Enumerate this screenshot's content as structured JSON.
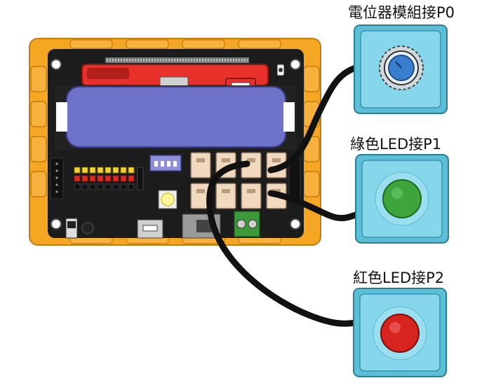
{
  "labels": {
    "potentiometer": "電位器模組接P0",
    "green_led": "綠色LED接P1",
    "red_led": "紅色LED接P2"
  },
  "colors": {
    "frame_orange": "#f5a623",
    "board_black": "#1c1c1c",
    "battery_purple": "#6f72c9",
    "holder_red": "#e8312b",
    "module_blue": "#7fd2e8",
    "green_led": "#3da53b",
    "red_led": "#d8241f",
    "cable": "#111111"
  },
  "modules": [
    {
      "id": "potentiometer",
      "icon": "knob-icon"
    },
    {
      "id": "green_led",
      "icon": "green-led-icon"
    },
    {
      "id": "red_led",
      "icon": "red-led-icon"
    }
  ]
}
